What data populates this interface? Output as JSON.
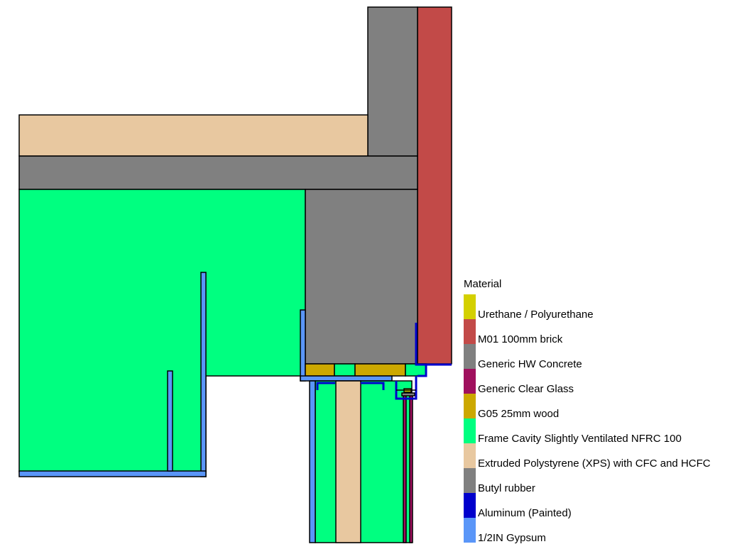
{
  "legend": {
    "title": "Material",
    "items": [
      {
        "label": "Urethane / Polyurethane",
        "color": "#D4D000"
      },
      {
        "label": "M01 100mm brick",
        "color": "#C24A48"
      },
      {
        "label": "Generic HW Concrete",
        "color": "#808080"
      },
      {
        "label": "Generic Clear Glass",
        "color": "#A0105E"
      },
      {
        "label": "G05 25mm wood",
        "color": "#CCA800"
      },
      {
        "label": "Frame Cavity Slightly Ventilated NFRC 100",
        "color": "#00FF80"
      },
      {
        "label": "Extruded Polystyrene (XPS) with CFC and HCFC",
        "color": "#E8C8A0"
      },
      {
        "label": "Butyl rubber",
        "color": "#808080"
      },
      {
        "label": "Aluminum (Painted)",
        "color": "#0000CC"
      },
      {
        "label": "1/2IN Gypsum",
        "color": "#5A96F8"
      }
    ]
  }
}
